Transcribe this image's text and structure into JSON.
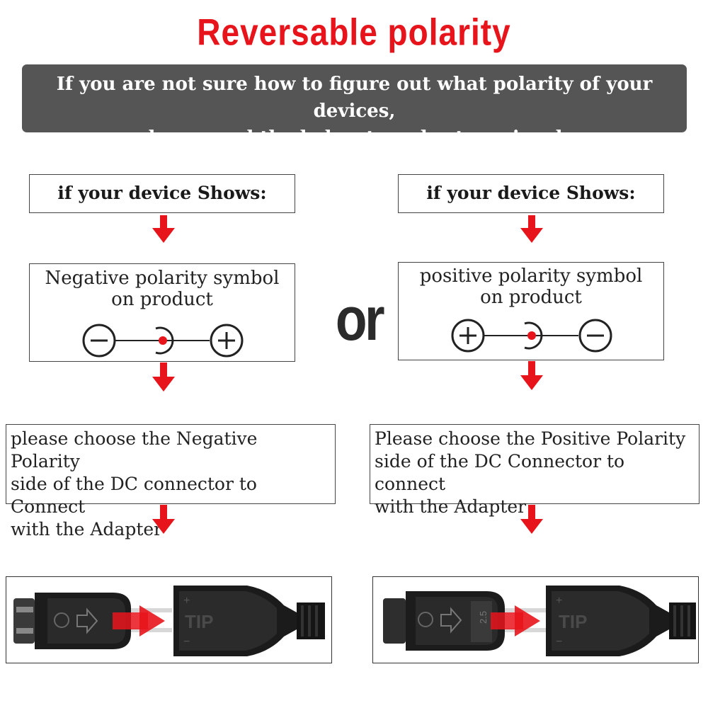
{
  "title": "Reversable polarity",
  "banner": {
    "line1": "If you are not sure how to figure out what polarity of your devices,",
    "line2": "please read the below two charts seriously"
  },
  "separator": "or",
  "left": {
    "shows": "if your device Shows:",
    "symbol_line1": "Negative polarity symbol",
    "symbol_line2": "on product",
    "choose_line1": "please choose the Negative Polarity",
    "choose_line2": "side of the DC connector to Connect",
    "choose_line3": "with the Adapter"
  },
  "right": {
    "shows": "if your device Shows:",
    "symbol_line1": "positive polarity symbol",
    "symbol_line2": "on product",
    "choose_line1": "Please choose the Positive Polarity",
    "choose_line2": "side of the DC Connector to connect",
    "choose_line3": "with the Adapter"
  },
  "photo_text": {
    "tip": "TIP",
    "plus": "+",
    "minus": "−",
    "size": "2.5"
  },
  "colors": {
    "title": "#e8141b",
    "arrow": "#e8141b",
    "banner": "#555555",
    "center_dot": "#e8141b"
  }
}
